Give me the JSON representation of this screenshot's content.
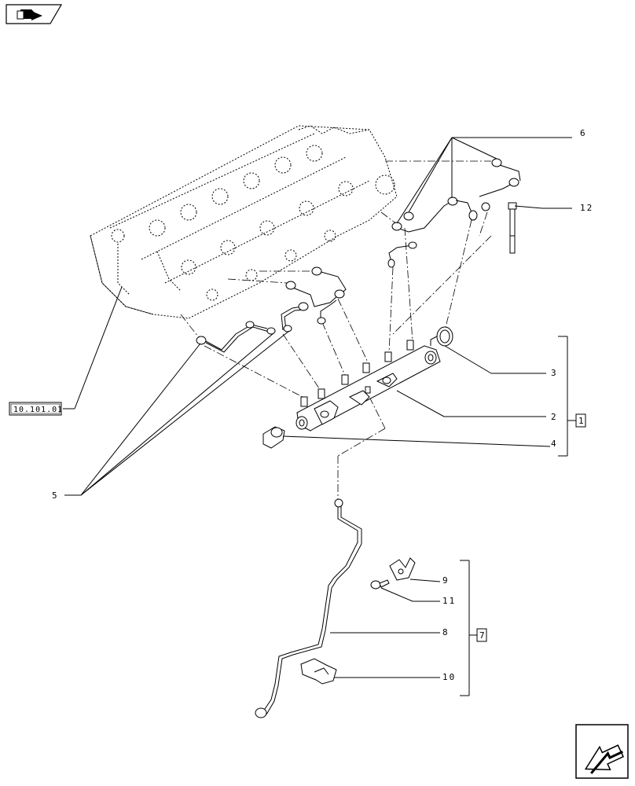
{
  "callouts": {
    "c1": "1",
    "c2": "2",
    "c3": "3",
    "c4": "4",
    "c5": "5",
    "c6": "6",
    "c7": "7",
    "c8": "8",
    "c9": "9",
    "c10": "10",
    "c11": "11",
    "c12": "12"
  },
  "reference_box": "10.101.01",
  "icons": {
    "top_left": "book-arrow-icon",
    "bottom_right": "next-page-arrow-icon"
  }
}
